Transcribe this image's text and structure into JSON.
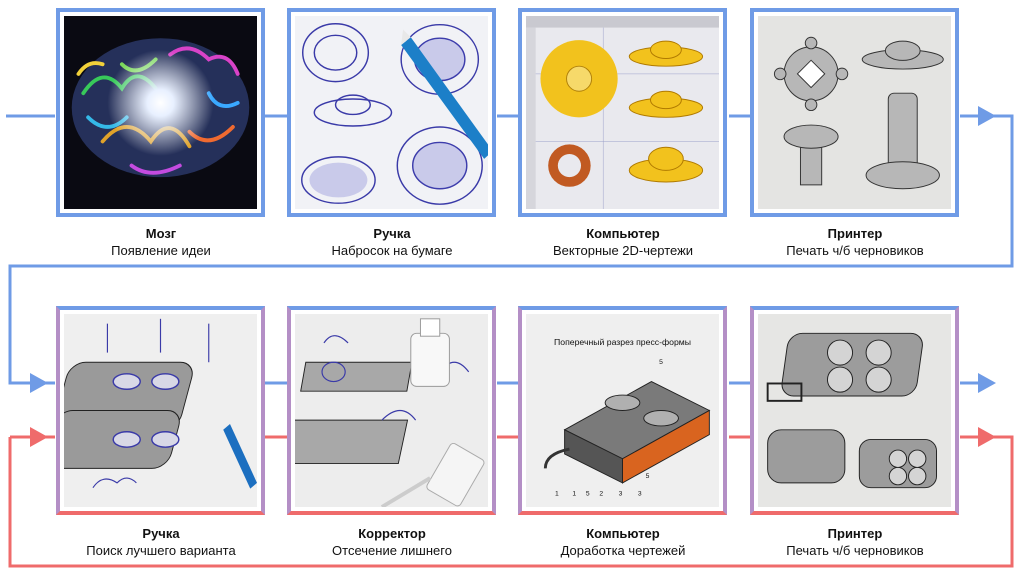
{
  "steps": [
    {
      "title": "Мозг",
      "subtitle": "Появление идеи",
      "image": "brain-illustration"
    },
    {
      "title": "Ручка",
      "subtitle": "Набросок на бумаге",
      "image": "pen-sketch-photo"
    },
    {
      "title": "Компьютер",
      "subtitle": "Векторные 2D-чертежи",
      "image": "vector-drawing-screen"
    },
    {
      "title": "Принтер",
      "subtitle": "Печать ч/б черновиков",
      "image": "printed-drafts"
    },
    {
      "title": "Ручка",
      "subtitle": "Поиск лучшего варианта",
      "image": "sketch-on-printout"
    },
    {
      "title": "Корректор",
      "subtitle": "Отсечение лишнего",
      "image": "corrector-on-printout"
    },
    {
      "title": "Компьютер",
      "subtitle": "Доработка чертежей",
      "image": "press-mold-cross-section"
    },
    {
      "title": "Принтер",
      "subtitle": "Печать ч/б черновиков",
      "image": "printed-mold-drafts"
    }
  ],
  "figure_text": {
    "section_title": "Поперечный разрез пресс-формы",
    "callouts": [
      "1",
      "1",
      "5",
      "2",
      "3",
      "3",
      "5",
      "5"
    ]
  },
  "colors": {
    "blue": "#6f9be6",
    "red": "#ef6b6b",
    "purple": "#b48fc6"
  }
}
